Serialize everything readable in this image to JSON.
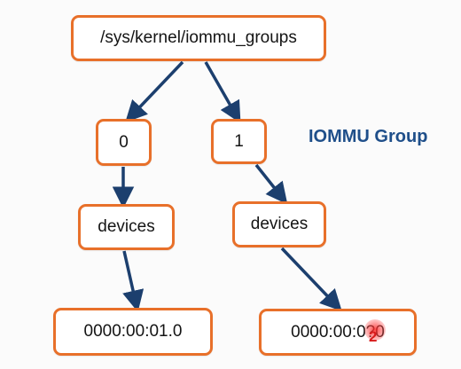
{
  "diagram": {
    "root": "/sys/kernel/iommu_groups",
    "groups": [
      {
        "id": "0",
        "devices_label": "devices",
        "pci_address": "0000:00:01.0"
      },
      {
        "id": "1",
        "devices_label": "devices",
        "pci_address": "0000:00:0?0"
      }
    ],
    "group_label": "IOMMU Group",
    "cursor_digit": "2",
    "colors": {
      "node_border": "#e8702a",
      "arrow": "#1c3f6e",
      "group_label": "#1f4f8a",
      "cursor_highlight": "#ff3030"
    }
  }
}
